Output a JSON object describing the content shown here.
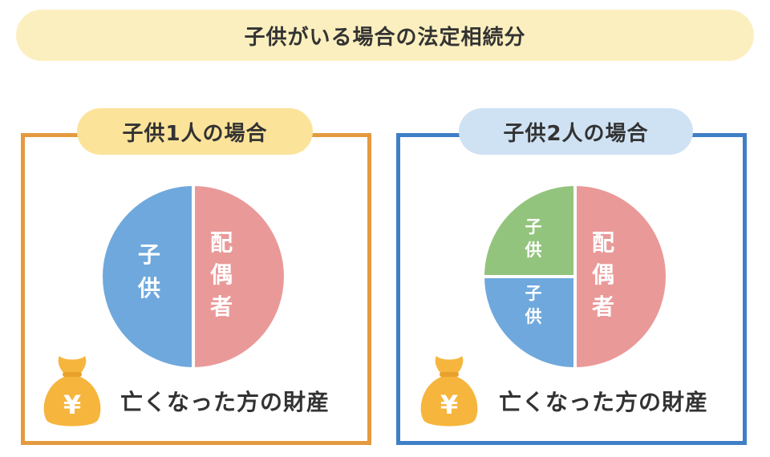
{
  "title": "子供がいる場合の法定相続分",
  "panels": [
    {
      "heading": "子供1人の場合",
      "caption": "亡くなった方の財産",
      "bag_symbol": "¥",
      "bag_icon": "money-bag-icon",
      "accent": "#e59a3f",
      "heading_bg": "#fce39a",
      "segments": [
        {
          "label_chars": [
            "子",
            "供"
          ],
          "share": 0.5,
          "color": "#6fa8dc"
        },
        {
          "label_chars": [
            "配",
            "偶",
            "者"
          ],
          "share": 0.5,
          "color": "#ea9999"
        }
      ]
    },
    {
      "heading": "子供2人の場合",
      "caption": "亡くなった方の財産",
      "bag_symbol": "¥",
      "bag_icon": "money-bag-icon",
      "accent": "#3f7fc6",
      "heading_bg": "#cfe2f3",
      "segments": [
        {
          "label_chars": [
            "子",
            "供"
          ],
          "share": 0.25,
          "color": "#93c47d"
        },
        {
          "label_chars": [
            "子",
            "供"
          ],
          "share": 0.25,
          "color": "#6fa8dc"
        },
        {
          "label_chars": [
            "配",
            "偶",
            "者"
          ],
          "share": 0.5,
          "color": "#ea9999"
        }
      ]
    }
  ]
}
